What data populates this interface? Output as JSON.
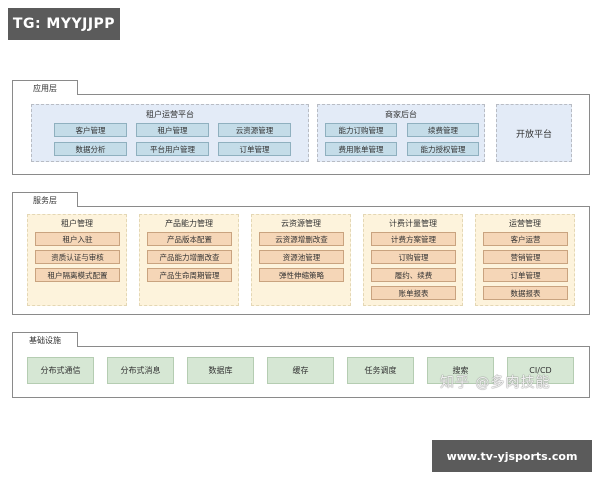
{
  "badges": {
    "top_left": "TG: MYYJJPP",
    "bottom_right": "www.tv-yjsports.com"
  },
  "watermark": "知乎 @多肉技能",
  "colors": {
    "app_group_bg": "#e3ebf7",
    "app_box_bg": "#c4dce8",
    "service_group_bg": "#fdf3dc",
    "service_box_bg": "#f5d6b7",
    "infra_box_bg": "#d6e7d4",
    "badge_bg": "#5b5b5b"
  },
  "layers": {
    "application": {
      "label": "应用层",
      "groups": {
        "tenant_ops": {
          "title": "租户运营平台",
          "items": [
            "客户管理",
            "租户管理",
            "云资源管理",
            "数据分析",
            "平台用户管理",
            "订单管理"
          ]
        },
        "merchant": {
          "title": "商家后台",
          "items": [
            "能力订购管理",
            "续费管理",
            "费用账单管理",
            "能力授权管理"
          ]
        },
        "open_platform": {
          "title": "开放平台"
        }
      }
    },
    "service": {
      "label": "服务层",
      "groups": [
        {
          "title": "租户管理",
          "items": [
            "租户入驻",
            "资质认证与审核",
            "租户隔离模式配置"
          ]
        },
        {
          "title": "产品能力管理",
          "items": [
            "产品版本配置",
            "产品能力增删改查",
            "产品生命周期管理"
          ]
        },
        {
          "title": "云资源管理",
          "items": [
            "云资源增删改查",
            "资源池管理",
            "弹性伸缩策略"
          ]
        },
        {
          "title": "计费计量管理",
          "items": [
            "计费方案管理",
            "订购管理",
            "履约、续费",
            "账单报表"
          ]
        },
        {
          "title": "运营管理",
          "items": [
            "客户运营",
            "营销管理",
            "订单管理",
            "数据报表"
          ]
        }
      ]
    },
    "infrastructure": {
      "label": "基础设施",
      "items": [
        "分布式通信",
        "分布式消息",
        "数据库",
        "缓存",
        "任务调度",
        "搜索",
        "CI/CD"
      ]
    }
  }
}
